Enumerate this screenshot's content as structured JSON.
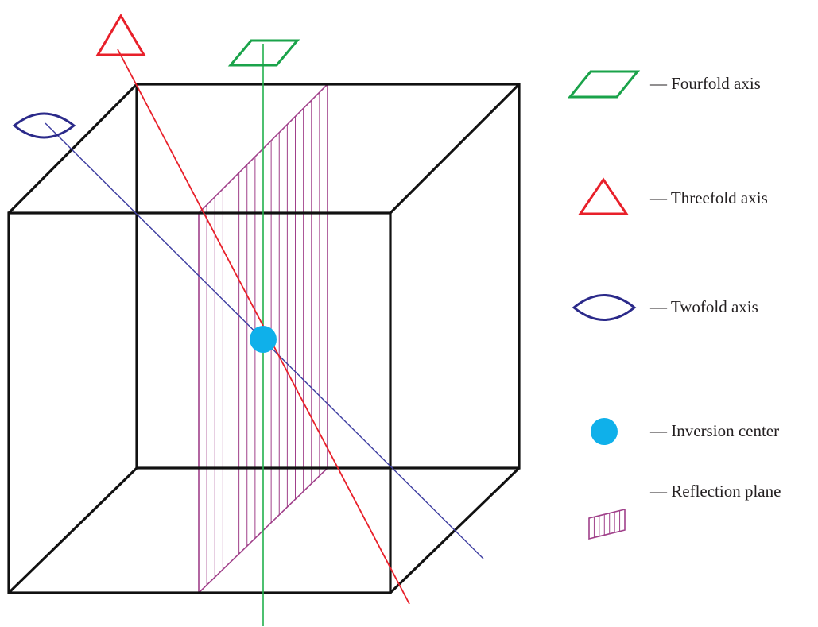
{
  "colors": {
    "cube_edge": "#111111",
    "fourfold": "#1aa34a",
    "threefold": "#e8202a",
    "twofold": "#2b2a8a",
    "inversion": "#0fb0ea",
    "reflection": "#a0408a",
    "axis_line_green": "#22b14c",
    "axis_line_blue": "#3d3da0"
  },
  "legend": [
    {
      "symbol": "parallelogram-icon",
      "label": "— Fourfold axis"
    },
    {
      "symbol": "triangle-icon",
      "label": "— Threefold axis"
    },
    {
      "symbol": "lens-icon",
      "label": "— Twofold axis"
    },
    {
      "symbol": "circle-icon",
      "label": "— Inversion center"
    },
    {
      "symbol": "hatched-plane-icon",
      "label": "— Reflection plane"
    }
  ]
}
